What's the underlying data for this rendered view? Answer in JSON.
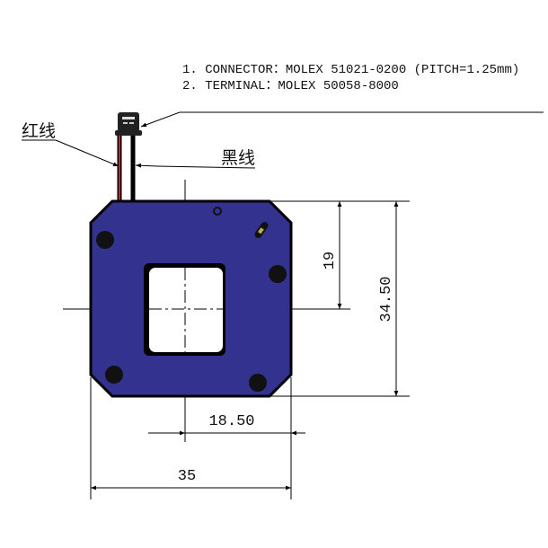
{
  "notes": [
    "1. CONNECTOR：MOLEX 51021-0200 (PITCH=1.25mm)",
    "2. TERMINAL：MOLEX 50058-8000"
  ],
  "labels": {
    "red_wire": "红线",
    "black_wire": "黑线"
  },
  "dimensions": {
    "center_to_top": "19",
    "height": "34.50",
    "center_to_right": "18.50",
    "width": "35"
  },
  "colors": {
    "board": "#33338f",
    "red_wire": "#c0282a",
    "pad": "#b8b04a"
  }
}
